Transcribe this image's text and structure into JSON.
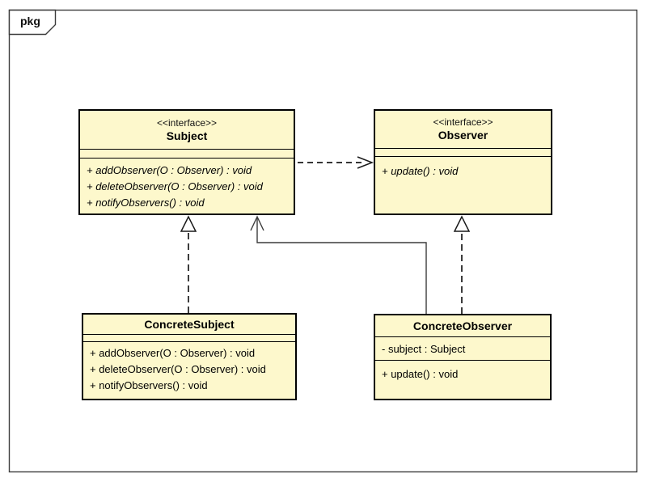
{
  "frame": {
    "tab_label": "pkg"
  },
  "colors": {
    "class_fill": "#FDF8CC",
    "class_border": "#000000",
    "frame_border": "#3c3c3c",
    "background": "#FFFFFF"
  },
  "classes": {
    "subject": {
      "stereotype": "<<interface>>",
      "name": "Subject",
      "attributes": [],
      "methods": [
        "+ addObserver(O : Observer) : void",
        "+ deleteObserver(O : Observer) : void",
        "+ notifyObservers() : void"
      ]
    },
    "observer": {
      "stereotype": "<<interface>>",
      "name": "Observer",
      "attributes": [],
      "methods": [
        "+ update() : void"
      ]
    },
    "concrete_subject": {
      "name": "ConcreteSubject",
      "attributes": [],
      "methods": [
        "+ addObserver(O : Observer) : void",
        "+ deleteObserver(O : Observer) : void",
        "+ notifyObservers() : void"
      ]
    },
    "concrete_observer": {
      "name": "ConcreteObserver",
      "attributes": [
        "- subject : Subject"
      ],
      "methods": [
        "+ update() : void"
      ]
    }
  },
  "relationships": [
    {
      "type": "dependency",
      "from": "Subject",
      "to": "Observer",
      "line": "dashed",
      "arrowhead": "open"
    },
    {
      "type": "realization",
      "from": "ConcreteSubject",
      "to": "Subject",
      "line": "dashed",
      "arrowhead": "hollow-triangle"
    },
    {
      "type": "realization",
      "from": "ConcreteObserver",
      "to": "Observer",
      "line": "dashed",
      "arrowhead": "hollow-triangle"
    },
    {
      "type": "directed-association",
      "from": "ConcreteObserver",
      "to": "Subject",
      "line": "solid",
      "arrowhead": "open"
    }
  ]
}
